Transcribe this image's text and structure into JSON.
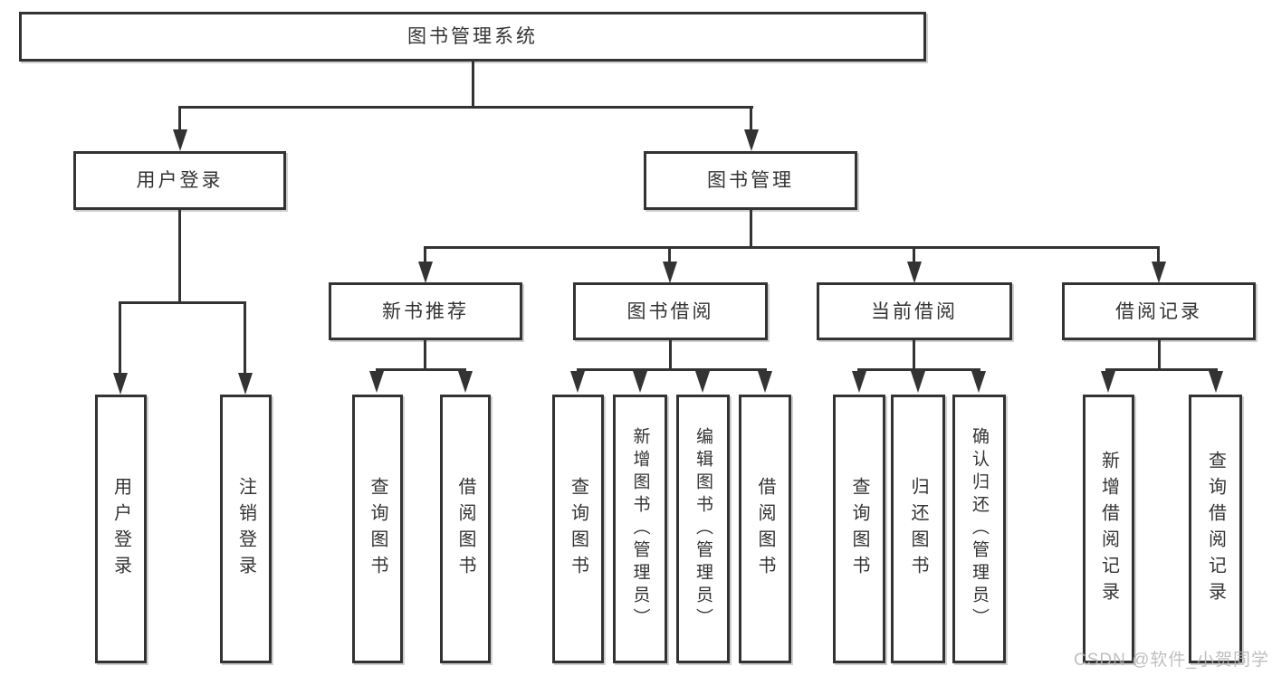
{
  "diagram": {
    "watermark": "CSDN @软件_小贺同学",
    "colors": {
      "line": "#333333",
      "text": "#333333",
      "box_background": "#ffffff",
      "watermark": "#b4b4b4",
      "background": "#ffffff"
    },
    "root": {
      "label": "图书管理系统"
    },
    "level2": [
      {
        "label": "用户登录"
      },
      {
        "label": "图书管理"
      }
    ],
    "level3": [
      {
        "label": "新书推荐"
      },
      {
        "label": "图书借阅"
      },
      {
        "label": "当前借阅"
      },
      {
        "label": "借阅记录"
      }
    ],
    "leaves": {
      "user_login": [
        "用户登录",
        "注销登录"
      ],
      "new_books": [
        "查询图书",
        "借阅图书"
      ],
      "book_borrow": [
        "查询图书",
        "新增图书（管理员）",
        "编辑图书（管理员）",
        "借阅图书"
      ],
      "current_borrow": [
        "查询图书",
        "归还图书",
        "确认归还（管理员）"
      ],
      "borrow_records": [
        "新增借阅记录",
        "查询借阅记录"
      ]
    }
  }
}
